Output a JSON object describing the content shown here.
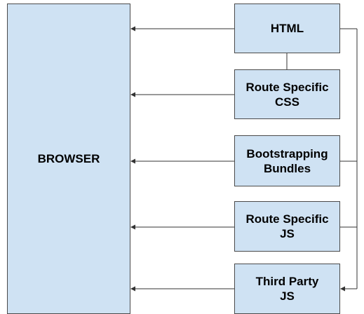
{
  "diagram": {
    "browser": {
      "label": "BROWSER"
    },
    "nodes": [
      {
        "id": "html",
        "lines": [
          "HTML"
        ]
      },
      {
        "id": "route-css",
        "lines": [
          "Route Specific",
          "CSS"
        ]
      },
      {
        "id": "bootstrapping",
        "lines": [
          "Bootstrapping",
          "Bundles"
        ]
      },
      {
        "id": "route-js",
        "lines": [
          "Route Specific",
          "JS"
        ]
      },
      {
        "id": "third-party",
        "lines": [
          "Third Party",
          "JS"
        ]
      }
    ],
    "colors": {
      "box_fill": "#cfe2f3",
      "box_border": "#4a4a4a",
      "connector": "#333333"
    }
  }
}
